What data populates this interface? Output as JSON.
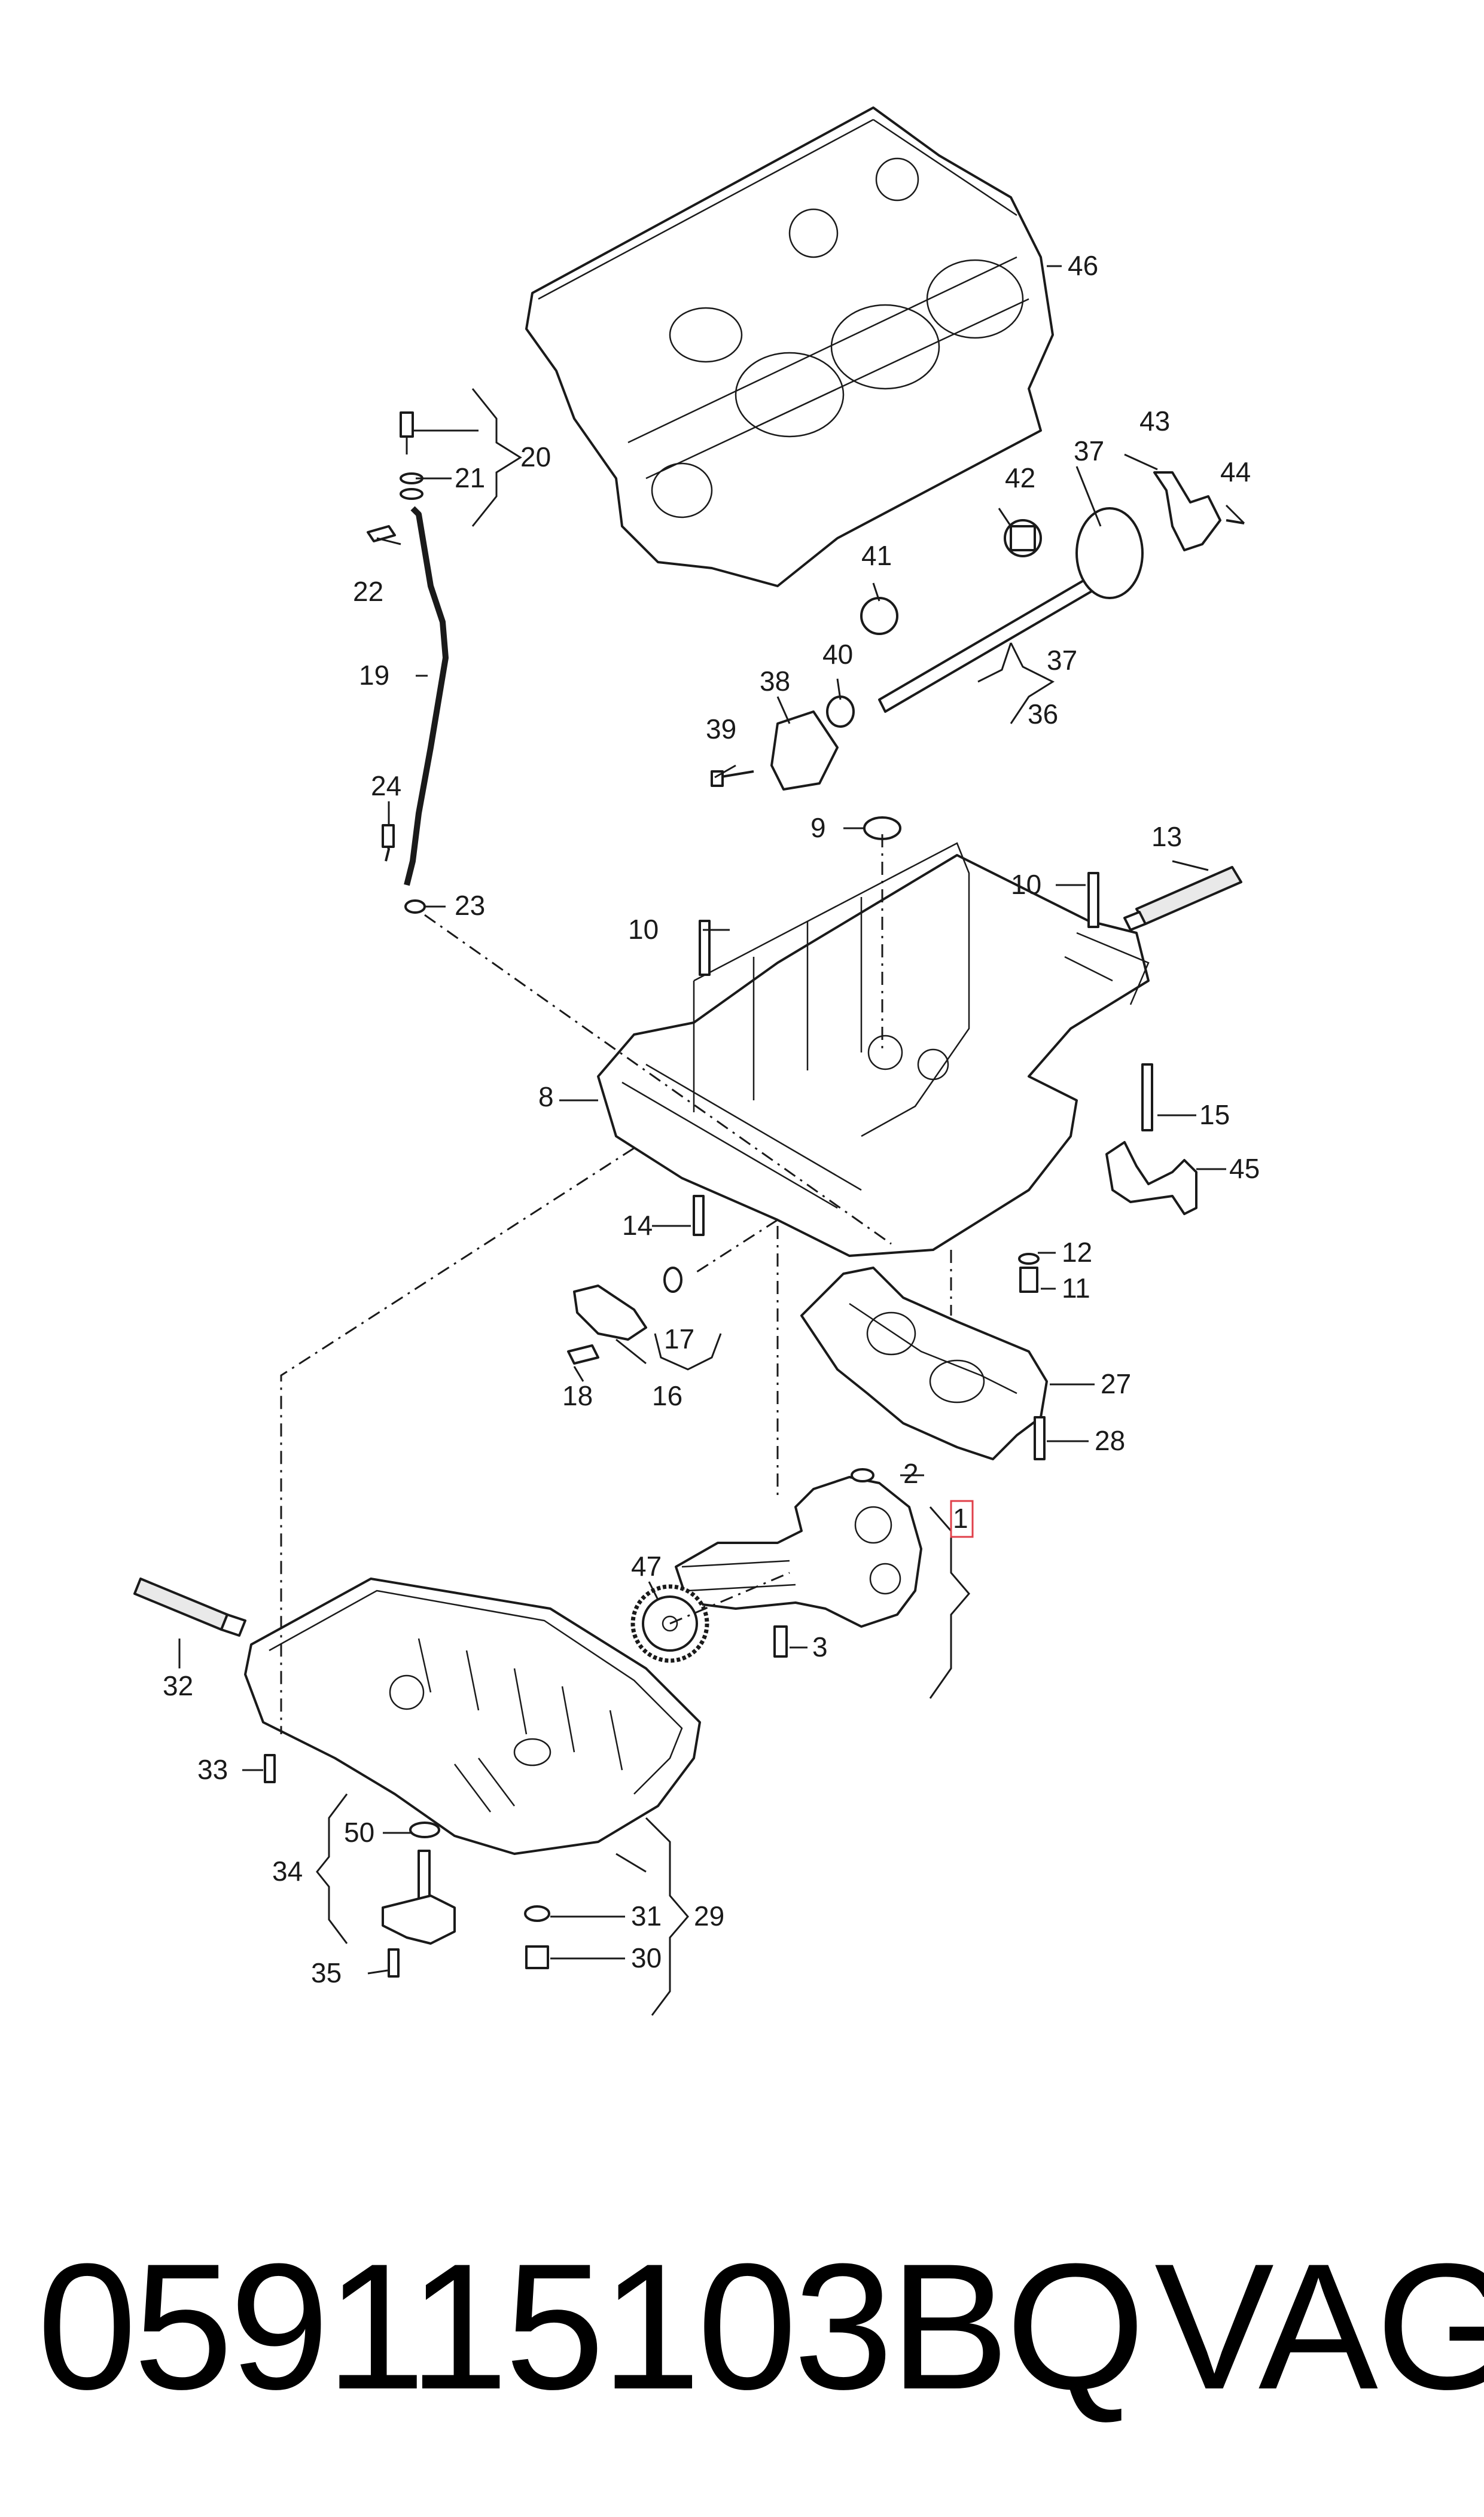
{
  "labels": {
    "c1": "1",
    "c2": "2",
    "c3": "3",
    "c8": "8",
    "c9": "9",
    "c10a": "10",
    "c10b": "10",
    "c11": "11",
    "c12": "12",
    "c13": "13",
    "c14": "14",
    "c15": "15",
    "c16": "16",
    "c17": "17",
    "c18": "18",
    "c19": "19",
    "c20": "20",
    "c21": "21",
    "c22": "22",
    "c23": "23",
    "c24": "24",
    "c27": "27",
    "c28": "28",
    "c29": "29",
    "c30": "30",
    "c31": "31",
    "c32": "32",
    "c33": "33",
    "c34": "34",
    "c35": "35",
    "c36": "36",
    "c37a": "37",
    "c37b": "37",
    "c38": "38",
    "c39": "39",
    "c40": "40",
    "c41": "41",
    "c42": "42",
    "c43": "43",
    "c44": "44",
    "c45": "45",
    "c46": "46",
    "c47": "47",
    "c50": "50"
  },
  "footer": {
    "part_number": "059115103BQ",
    "brand": "VAG"
  },
  "colors": {
    "line": "#1a1a1a",
    "highlight": "#e0404a",
    "background": "#ffffff"
  }
}
